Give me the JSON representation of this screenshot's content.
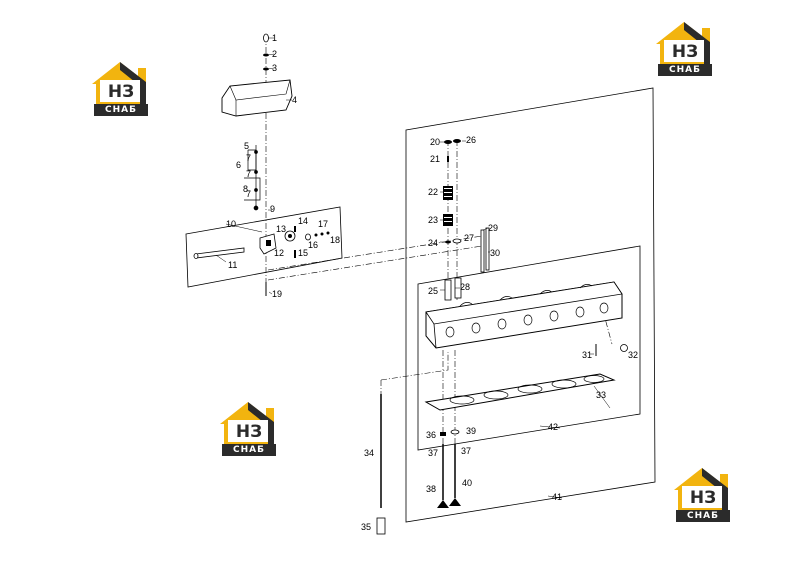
{
  "brand": {
    "monogram": "НЗ",
    "wordmark": "СНАБ",
    "accent_color": "#f2b40f",
    "dark_color": "#2b2b2b"
  },
  "callouts": {
    "c1": "1",
    "c2": "2",
    "c3": "3",
    "c4": "4",
    "c5": "5",
    "c6": "6",
    "c7a": "7",
    "c7b": "7",
    "c7c": "7",
    "c8": "8",
    "c9": "9",
    "c10": "10",
    "c11": "11",
    "c12": "12",
    "c13": "13",
    "c14": "14",
    "c15": "15",
    "c16": "16",
    "c17": "17",
    "c18": "18",
    "c19": "19",
    "c20": "20",
    "c21": "21",
    "c22": "22",
    "c23": "23",
    "c24": "24",
    "c25": "25",
    "c26": "26",
    "c27": "27",
    "c28": "28",
    "c29": "29",
    "c30": "30",
    "c31": "31",
    "c32": "32",
    "c33": "33",
    "c34": "34",
    "c35": "35",
    "c36": "36",
    "c37a": "37",
    "c37b": "37",
    "c38": "38",
    "c39": "39",
    "c40": "40",
    "c41": "41",
    "c42": "42"
  }
}
